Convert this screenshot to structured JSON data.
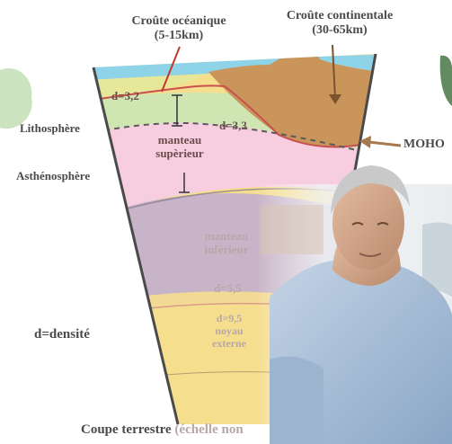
{
  "labels": {
    "oceanic_crust": "Croûte océanique",
    "oceanic_crust_thickness": "(5-15km)",
    "continental_crust": "Croûte continentale",
    "continental_crust_thickness": "(30-65km)",
    "lithosphere": "Lithosphère",
    "asthenosphere": "Asthénosphère",
    "moho": "MOHO",
    "d_3_2": "d=3,2",
    "d_3_3": "d=3,3",
    "upper_mantle_1": "manteau",
    "upper_mantle_2": "supèrieur",
    "lower_mantle_1": "manteau",
    "lower_mantle_2": "inférieur",
    "d_5_5": "d=5,5",
    "d_9_5": "d=9,5",
    "outer_core_1": "noyau",
    "outer_core_2": "externe",
    "density_legend": "d=densité",
    "caption_main": "Coupe terrestre",
    "caption_paren": "(échelle non"
  },
  "colors": {
    "ocean": "#8fd3e8",
    "oceanic_crust": "#e7e79a",
    "continental_crust": "#c9955b",
    "lithospheric_mantle": "#cfe6b3",
    "asthenosphere": "#f7cde0",
    "lower_mantle": "#c8b4c8",
    "outer_core": "#f6de8f",
    "moho_line": "#c8504f",
    "arrow": "#a57a4f"
  }
}
